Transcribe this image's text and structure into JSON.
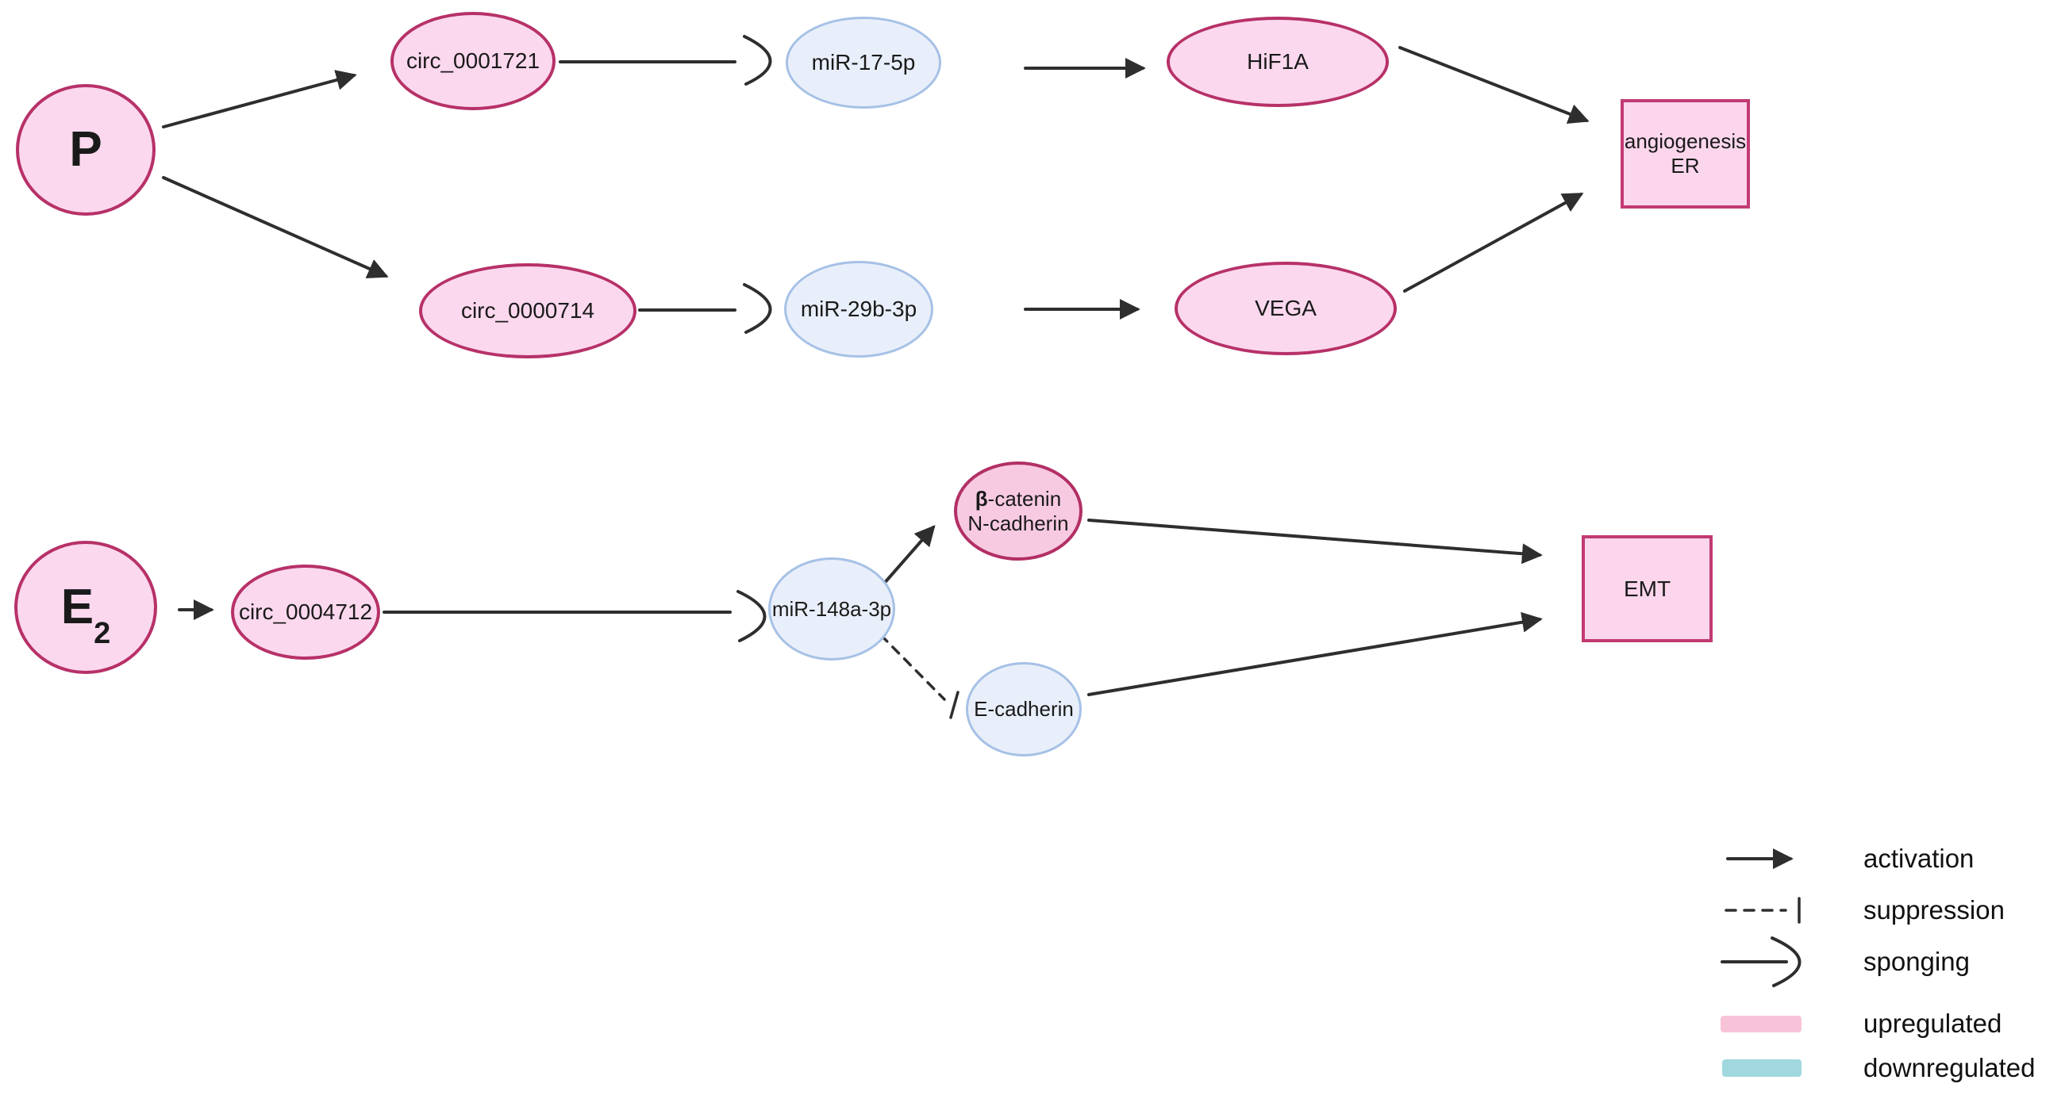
{
  "diagram": {
    "nodes": {
      "p": {
        "label": "P"
      },
      "e2": {
        "label": "E",
        "subscript": "2"
      },
      "circ_0001721": {
        "label": "circ_0001721"
      },
      "circ_0000714": {
        "label": "circ_0000714"
      },
      "circ_0004712": {
        "label": "circ_0004712"
      },
      "mir_17_5p": {
        "label": "miR-17-5p"
      },
      "mir_29b_3p": {
        "label": "miR-29b-3p"
      },
      "mir_148a_3p": {
        "label": "miR-148a-3p"
      },
      "hif1a": {
        "label": "HiF1A"
      },
      "vega": {
        "label": "VEGA"
      },
      "beta_catenin": {
        "bold": "β",
        "rest": "-catenin",
        "line2": "N-cadherin"
      },
      "e_cadherin": {
        "label": "E-cadherin"
      },
      "angiogenesis": {
        "line1": "angiogenesis",
        "line2": "ER"
      },
      "emt": {
        "label": "EMT"
      }
    },
    "legend": {
      "items": [
        {
          "symbol": "activation-arrow",
          "label": "activation"
        },
        {
          "symbol": "suppression-dash",
          "label": "suppression"
        },
        {
          "symbol": "sponging-arc",
          "label": "sponging"
        },
        {
          "symbol": "upregulated-swatch",
          "label": "upregulated",
          "color": "#f8c3d8"
        },
        {
          "symbol": "downregulated-swatch",
          "label": "downregulated",
          "color": "#a0d8de"
        }
      ]
    },
    "colors": {
      "upregulated_fill": "#fbd8ee",
      "upregulated_stroke": "#b73168",
      "downregulated_fill": "#e9effa",
      "downregulated_stroke": "#a6c1e6",
      "box_fill": "#fbd6ec",
      "box_stroke": "#c23a73",
      "arrow": "#2e2e2e",
      "legend_upregulated": "#f8c3d8",
      "legend_downregulated": "#a0d8de"
    }
  }
}
